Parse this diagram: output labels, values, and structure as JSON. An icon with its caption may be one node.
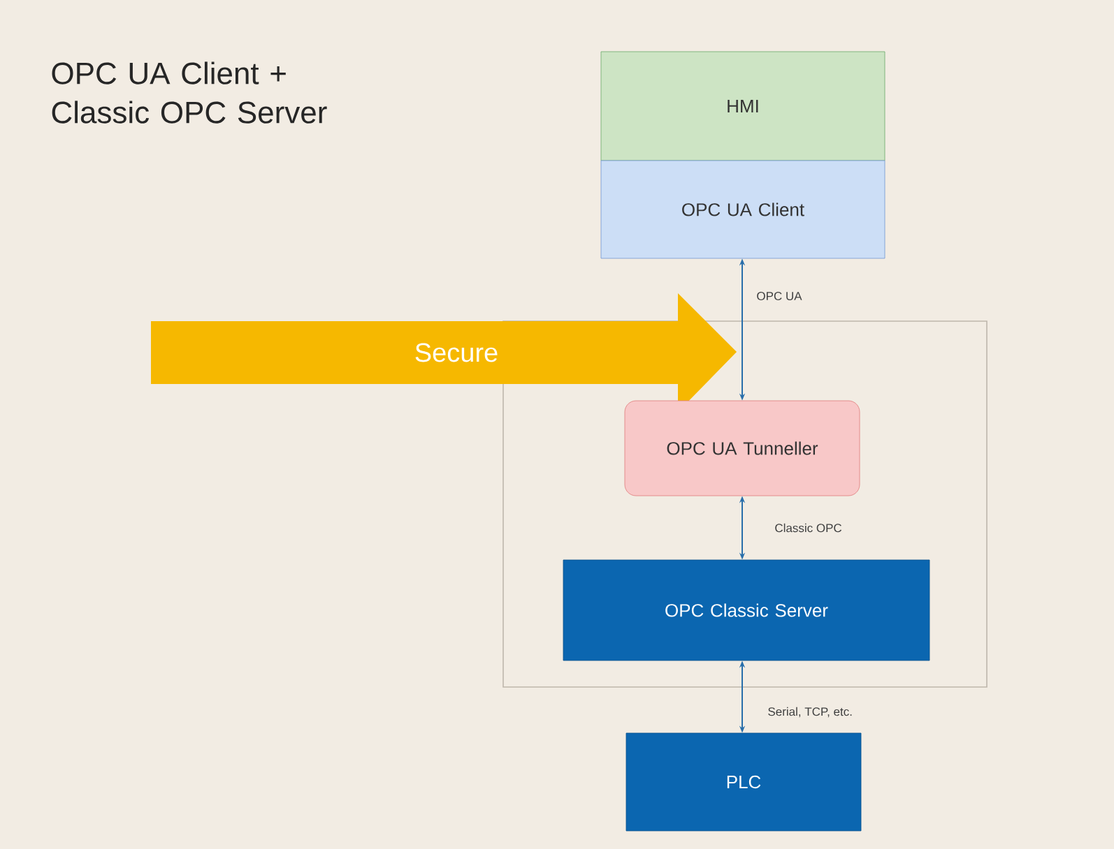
{
  "diagram": {
    "title": "OPC UA Client + Classic OPC Server",
    "nodes": [
      {
        "text": [
          "HMI"
        ]
      },
      {
        "text": [
          "OPC UA Client"
        ]
      },
      {
        "text": [
          "Secure"
        ]
      },
      {
        "text": [],
        "shape": "box"
      },
      {
        "text": [
          "OPC UA Tunneller"
        ],
        "in": 3
      },
      {
        "text": [
          "OPC Classic Server"
        ],
        "in": 3
      },
      {
        "text": [
          "PLC"
        ]
      }
    ],
    "edges": [
      {
        "from": 1,
        "to": 4,
        "arrow": "both",
        "label": "OPC UA"
      },
      {
        "from": 4,
        "to": 5,
        "arrow": "both",
        "label": "Classic OPC"
      },
      {
        "from": 5,
        "to": 6,
        "arrow": "both",
        "label": "Serial, TCP, etc."
      }
    ]
  }
}
